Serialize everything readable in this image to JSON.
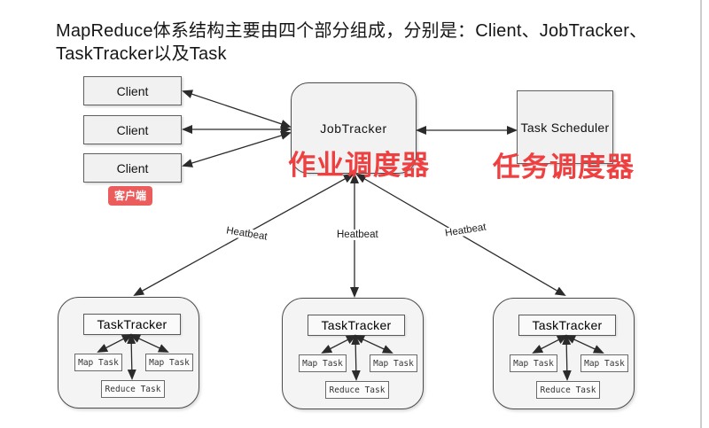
{
  "title": {
    "line1": "MapReduce体系结构主要由四个部分组成，分别是：Client、JobTracker、",
    "line2": "TaskTracker以及Task"
  },
  "clients": {
    "labels": [
      "Client",
      "Client",
      "Client"
    ],
    "badge": "客户端"
  },
  "jobtracker": {
    "label": "JobTracker",
    "overlay_cn": "作业调度器"
  },
  "task_scheduler": {
    "label": "Task Scheduler",
    "overlay_cn": "任务调度器"
  },
  "heartbeat_labels": [
    "Heatbeat",
    "Heatbeat",
    "Heatbeat"
  ],
  "groups": [
    {
      "tracker": "TaskTracker",
      "map1": "Map Task",
      "map2": "Map Task",
      "reduce": "Reduce Task"
    },
    {
      "tracker": "TaskTracker",
      "map1": "Map Task",
      "map2": "Map Task",
      "reduce": "Reduce Task"
    },
    {
      "tracker": "TaskTracker",
      "map1": "Map Task",
      "map2": "Map Task",
      "reduce": "Reduce Task"
    }
  ],
  "colors": {
    "accent_red": "#ee4040",
    "badge_bg": "#eb5c5c",
    "box_fill": "#f2f2f3",
    "box_border": "#4c4c4c",
    "arrow": "#2b2b2b",
    "page_edge": "#cccccc"
  }
}
